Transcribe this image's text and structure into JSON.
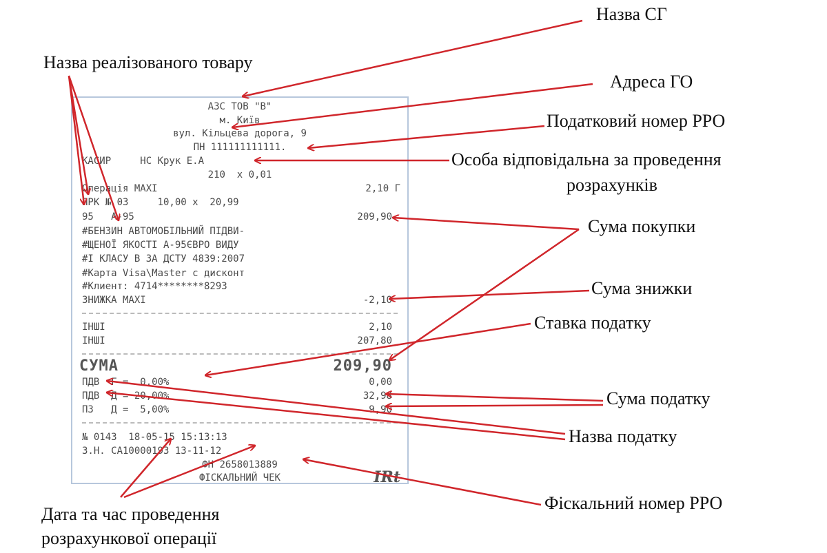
{
  "receipt": {
    "lines": [
      {
        "l": "АЗС ТОВ \"В\""
      },
      {
        "l": "м. Київ"
      },
      {
        "l": "вул. Кільцева дорога, 9"
      },
      {
        "l": "ПН 111111111111."
      },
      {
        "l": "КАСИР     НС Крук Е.А"
      },
      {
        "l": "210  х 0,01"
      },
      {
        "l": "Операція МАХІ",
        "r": "2,10 Г"
      },
      {
        "l": "ПРК № 03     10,00 х  20,99"
      },
      {
        "l": "95   А-95",
        "r": "209,90"
      },
      {
        "l": "#БЕНЗИН АВТОМОБІЛЬНИЙ ПІДВИ-"
      },
      {
        "l": "#ЩЕНОЇ ЯКОСТІ А-95ЄВРО ВИДУ"
      },
      {
        "l": "#І КЛАСУ В ЗА ДСТУ 4839:2007"
      },
      {
        "l": "#Карта Visa\\Master с дисконт"
      },
      {
        "l": "#Клиент: 4714********8293"
      },
      {
        "l": "ЗНИЖКА МАХІ",
        "r": "-2,10"
      },
      {
        "l": "ІНШІ",
        "r": "2,10"
      },
      {
        "l": "ІНШІ",
        "r": "207,80"
      },
      {
        "l": "СУМА",
        "r": "209,90"
      },
      {
        "l": "ПДВ  Г =  0,00%",
        "r": "0,00"
      },
      {
        "l": "ПДВ  Д = 20,00%",
        "r": "32,98"
      },
      {
        "l": "ПЗ   Д =  5,00%",
        "r": "9,90"
      },
      {
        "l": "№ 0143  18-05-15 15:13:13"
      },
      {
        "l": "З.Н. СА10000193 13-11-12"
      },
      {
        "l": "ФН 2658013889"
      },
      {
        "l": "ФІСКАЛЬНИЙ ЧЕК"
      }
    ],
    "logo": "IRt"
  },
  "labels": {
    "sg_name": "Назва СГ",
    "address": "Адреса ГО",
    "tax_number": "Податковий номер РРО",
    "person_1": "Особа  відповідальна за проведення",
    "person_2": "розрахунків",
    "product": "Назва реалізованого товару",
    "purchase_sum": "Сума покупки",
    "discount_sum": "Сума знижки",
    "tax_rate": "Ставка податку",
    "tax_sum": "Сума податку",
    "tax_name": "Назва податку",
    "datetime_1": "Дата та час проведення",
    "datetime_2": "розрахункової операції",
    "fiscal_number": "Фіскальний номер РРО"
  },
  "colors": {
    "arrow": "#d0262b",
    "receipt_border": "#b7c7dc"
  }
}
